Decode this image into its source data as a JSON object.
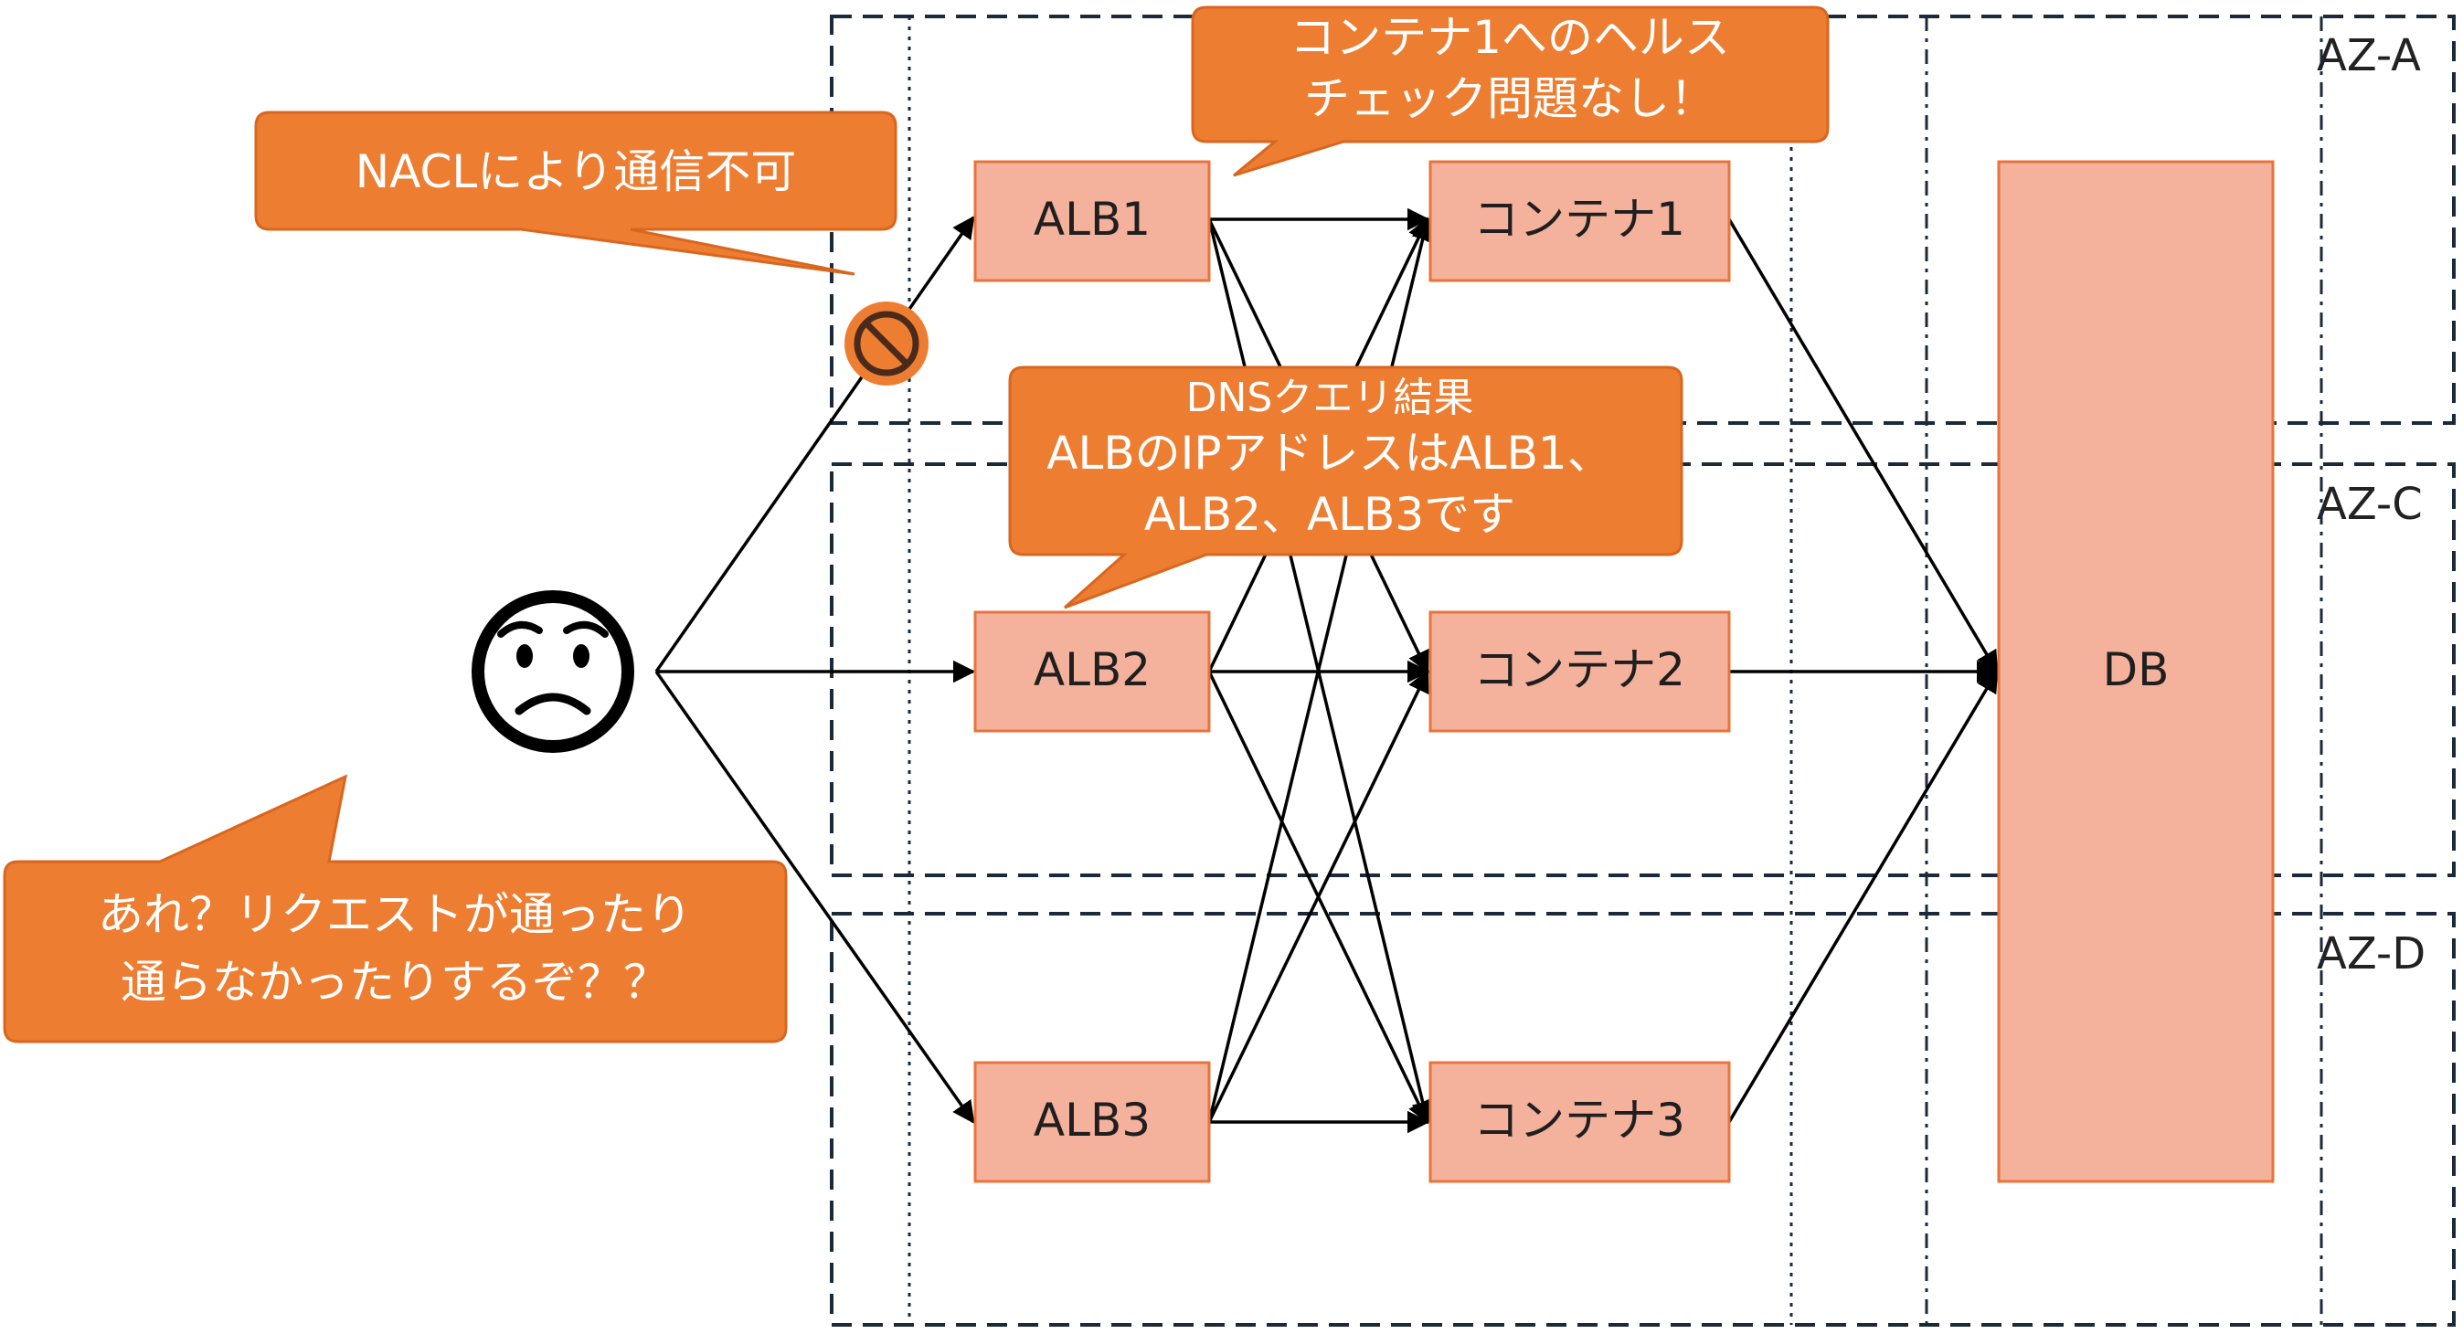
{
  "zones": [
    {
      "id": "az-a",
      "label": "AZ-A"
    },
    {
      "id": "az-c",
      "label": "AZ-C"
    },
    {
      "id": "az-d",
      "label": "AZ-D"
    }
  ],
  "nodes": {
    "alb1": "ALB1",
    "alb2": "ALB2",
    "alb3": "ALB3",
    "container1": "コンテナ1",
    "container2": "コンテナ2",
    "container3": "コンテナ3",
    "db": "DB"
  },
  "callouts": {
    "health_check": [
      "コンテナ1へのヘルス",
      "チェック問題なし！"
    ],
    "nacl": [
      "NACLにより通信不可"
    ],
    "dns": [
      "DNSクエリ結果",
      "ALBのIPアドレスはALB1、",
      "ALB2、ALB3です"
    ],
    "user": [
      "あれ？リクエストが通ったり",
      "通らなかったりするぞ？？"
    ]
  },
  "icons": {
    "user": "worried-face-icon",
    "blocked": "prohibited-icon"
  },
  "colors": {
    "node_fill": "#F4B19C",
    "node_stroke": "#E8743B",
    "bubble_fill": "#ED7D31",
    "bubble_stroke": "#D9661F",
    "blocked_fill": "#ED7D31",
    "line": "#000000"
  }
}
